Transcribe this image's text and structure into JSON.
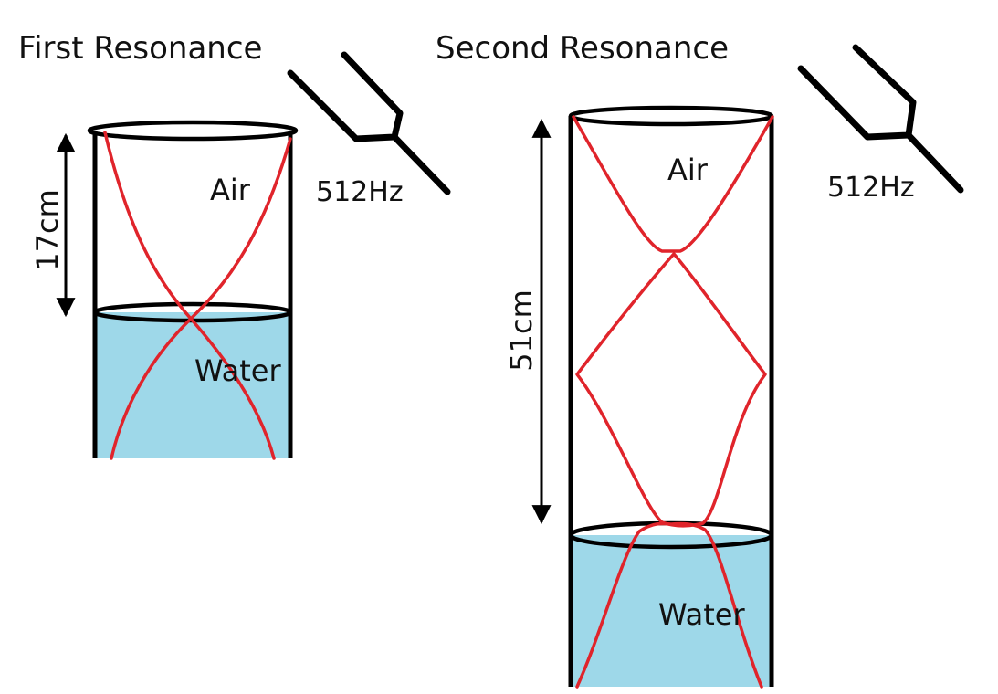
{
  "left": {
    "title": "First Resonance",
    "air_label": "Air",
    "water_label": "Water",
    "frequency_label": "512Hz",
    "length_label": "17cm"
  },
  "right": {
    "title": "Second Resonance",
    "air_label": "Air",
    "water_label": "Water",
    "frequency_label": "512Hz",
    "length_label": "51cm"
  },
  "colors": {
    "wave": "#e0242b",
    "water": "#9ed8e9",
    "outline": "#000000"
  }
}
